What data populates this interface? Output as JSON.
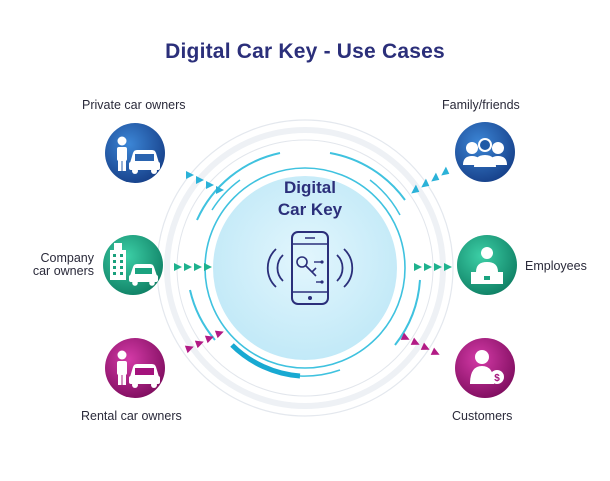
{
  "title": "Digital Car Key - Use Cases",
  "center": {
    "line1": "Digital",
    "line2": "Car Key"
  },
  "left_use_cases": [
    {
      "label": "Private car owners",
      "icon": "private-car-owner-icon",
      "color": "#1f5aa6"
    },
    {
      "label_line1": "Company",
      "label_line2": "car owners",
      "icon": "company-car-owner-icon",
      "color": "#1aa37f"
    },
    {
      "label": "Rental car owners",
      "icon": "rental-car-owner-icon",
      "color": "#a4137c"
    }
  ],
  "right_use_cases": [
    {
      "label": "Family/friends",
      "icon": "family-friends-icon",
      "color": "#1f5aa6"
    },
    {
      "label": "Employees",
      "icon": "employee-icon",
      "color": "#1aa37f"
    },
    {
      "label": "Customers",
      "icon": "customer-icon",
      "color": "#a4137c"
    }
  ],
  "colors": {
    "title": "#2b2f7a",
    "ring": "#3fc2df",
    "center_fill": "#cfeefa",
    "blue": "#1f5aa6",
    "green": "#1aa37f",
    "magenta": "#a4137c"
  }
}
